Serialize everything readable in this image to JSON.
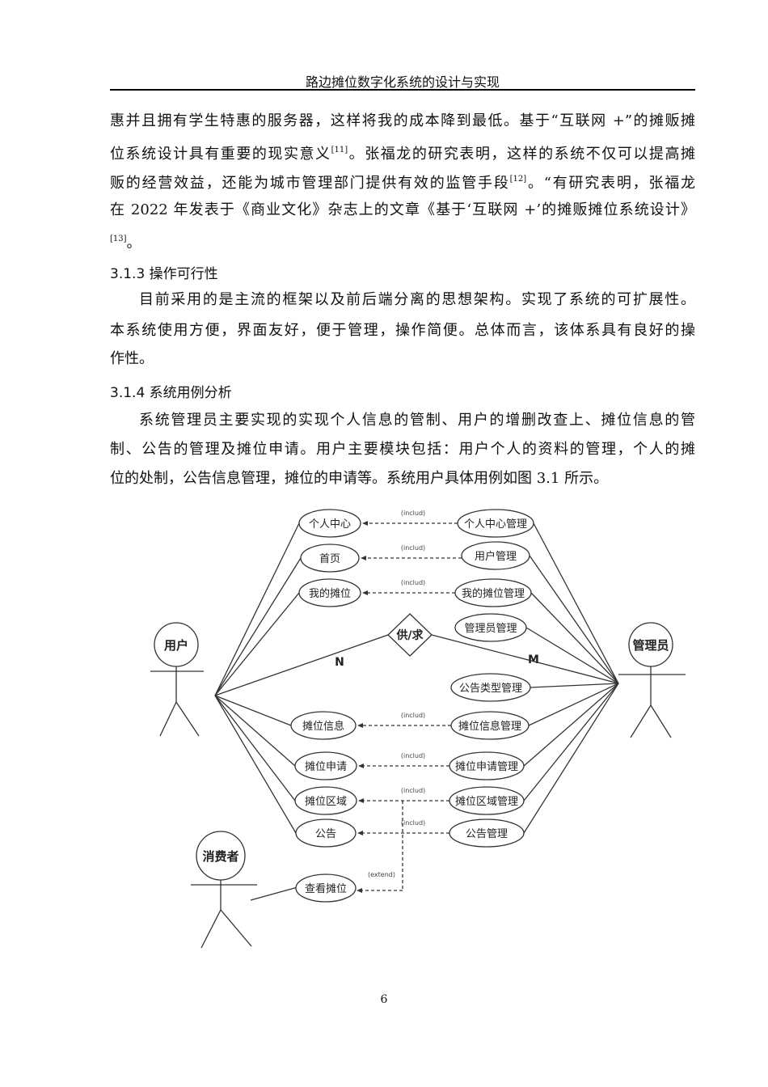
{
  "header": {
    "title": "路边摊位数字化系统的设计与实现"
  },
  "para1": {
    "line1": "惠并且拥有学生特惠的服务器，这样将我的成本降到最低。基于“互联网 +”的摊贩摊",
    "line2a": "位系统设计具有重要的现实意义",
    "ref11": "[11]",
    "line2b": "。张福龙的研究表明，这样的系统不仅可以提高摊",
    "line3a": "贩的经营效益，还能为城市管理部门提供有效的监管手段",
    "ref12": "[12]",
    "line3b": "。“有研究表明，张福龙",
    "line4": "在  2022 年发表于《商业文化》杂志上的文章《基于‘互联网 +’的摊贩摊位系统设计》",
    "ref13": "[13]",
    "line5": "。"
  },
  "section313": {
    "heading": "3.1.3 操作可行性",
    "lines": [
      "目前采用的是主流的框架以及前后端分离的思想架构。实现了系统的可扩展性。",
      "本系统使用方便，界面友好，便于管理，操作简便。总体而言，该体系具有良好的操",
      "作性。"
    ]
  },
  "section314": {
    "heading": "3.1.4 系统用例分析",
    "lines": [
      "系统管理员主要实现的实现个人信息的管制、用户的增删改查上、摊位信息的管",
      "制、公告的管理及摊位申请。用户主要模块包括：用户个人的资料的管理，个人的摊",
      "位的处制，公告信息管理，摊位的申请等。系统用户具体用例如图 3.1 所示。"
    ]
  },
  "diagram": {
    "actors": {
      "user": "用户",
      "admin": "管理员",
      "consumer": "消费者"
    },
    "relation": {
      "label": "供/求",
      "n": "N",
      "m": "M"
    },
    "user_cases": [
      "个人中心",
      "首页",
      "我的摊位",
      "摊位信息",
      "摊位申请",
      "摊位区域",
      "公告"
    ],
    "admin_cases": [
      "个人中心管理",
      "用户管理",
      "我的摊位管理",
      "管理员管理",
      "公告类型管理",
      "摊位信息管理",
      "摊位申请管理",
      "摊位区域管理",
      "公告管理"
    ],
    "consumer_case": "查看摊位",
    "include_label": "(includ)",
    "extend_label": "(extend)"
  },
  "page_number": "6"
}
